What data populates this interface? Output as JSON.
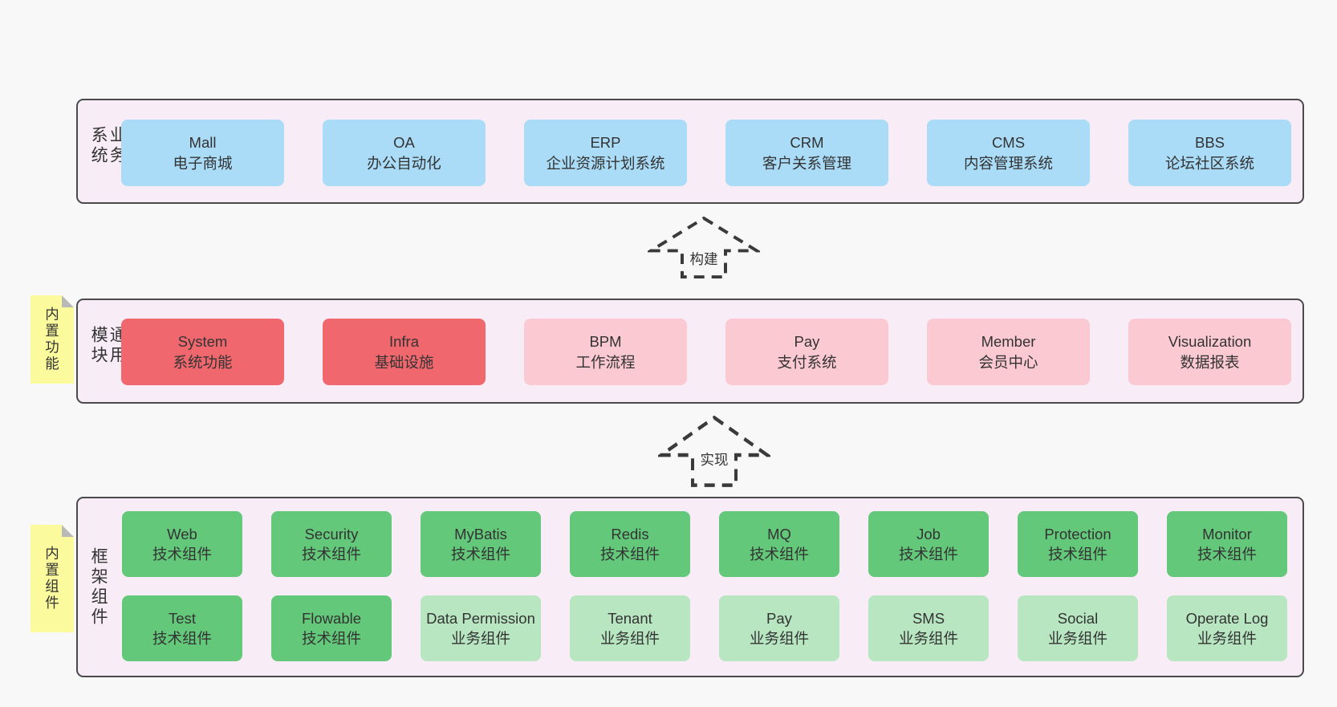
{
  "palette": {
    "page_bg": "#f8f8f8",
    "section_bg": "#f8edf6",
    "section_border": "#4a4a4a",
    "blue_box": "#aadcf8",
    "red_box": "#f0686e",
    "pink_box": "#fbc9d2",
    "green_box": "#63c87a",
    "light_green_box": "#b7e6c1",
    "sticky_note": "#fbfb9e",
    "note_fold": "#b9b9b9",
    "text": "#333333"
  },
  "arrows": [
    {
      "label": "构建"
    },
    {
      "label": "实现"
    }
  ],
  "sections": [
    {
      "label": "业务系统",
      "boxes": [
        {
          "title": "Mall",
          "subtitle": "电子商城",
          "variant": "blue"
        },
        {
          "title": "OA",
          "subtitle": "办公自动化",
          "variant": "blue"
        },
        {
          "title": "ERP",
          "subtitle": "企业资源计划系统",
          "variant": "blue"
        },
        {
          "title": "CRM",
          "subtitle": "客户关系管理",
          "variant": "blue"
        },
        {
          "title": "CMS",
          "subtitle": "内容管理系统",
          "variant": "blue"
        },
        {
          "title": "BBS",
          "subtitle": "论坛社区系统",
          "variant": "blue"
        }
      ]
    },
    {
      "label": "通用模块",
      "note": "内置功能",
      "boxes": [
        {
          "title": "System",
          "subtitle": "系统功能",
          "variant": "red"
        },
        {
          "title": "Infra",
          "subtitle": "基础设施",
          "variant": "red"
        },
        {
          "title": "BPM",
          "subtitle": "工作流程",
          "variant": "pink"
        },
        {
          "title": "Pay",
          "subtitle": "支付系统",
          "variant": "pink"
        },
        {
          "title": "Member",
          "subtitle": "会员中心",
          "variant": "pink"
        },
        {
          "title": "Visualization",
          "subtitle": "数据报表",
          "variant": "pink"
        }
      ]
    },
    {
      "label": "框架组件",
      "note": "内置组件",
      "rows": [
        [
          {
            "title": "Web",
            "subtitle": "技术组件",
            "variant": "green"
          },
          {
            "title": "Security",
            "subtitle": "技术组件",
            "variant": "green"
          },
          {
            "title": "MyBatis",
            "subtitle": "技术组件",
            "variant": "green"
          },
          {
            "title": "Redis",
            "subtitle": "技术组件",
            "variant": "green"
          },
          {
            "title": "MQ",
            "subtitle": "技术组件",
            "variant": "green"
          },
          {
            "title": "Job",
            "subtitle": "技术组件",
            "variant": "green"
          },
          {
            "title": "Protection",
            "subtitle": "技术组件",
            "variant": "green"
          },
          {
            "title": "Monitor",
            "subtitle": "技术组件",
            "variant": "green"
          }
        ],
        [
          {
            "title": "Test",
            "subtitle": "技术组件",
            "variant": "green"
          },
          {
            "title": "Flowable",
            "subtitle": "技术组件",
            "variant": "green"
          },
          {
            "title": "Data Permission",
            "subtitle": "业务组件",
            "variant": "lightgreen"
          },
          {
            "title": "Tenant",
            "subtitle": "业务组件",
            "variant": "lightgreen"
          },
          {
            "title": "Pay",
            "subtitle": "业务组件",
            "variant": "lightgreen"
          },
          {
            "title": "SMS",
            "subtitle": "业务组件",
            "variant": "lightgreen"
          },
          {
            "title": "Social",
            "subtitle": "业务组件",
            "variant": "lightgreen"
          },
          {
            "title": "Operate Log",
            "subtitle": "业务组件",
            "variant": "lightgreen"
          }
        ]
      ]
    }
  ]
}
